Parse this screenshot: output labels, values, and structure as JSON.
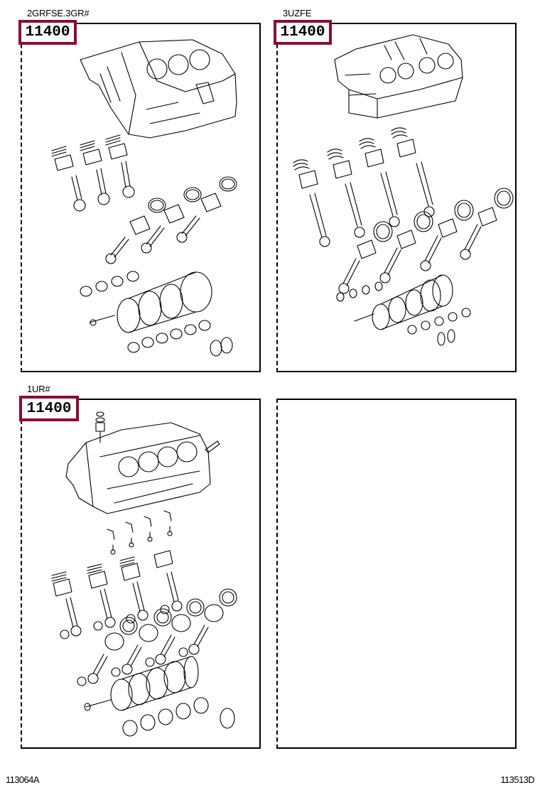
{
  "panels": [
    {
      "engine_code": "2GRFSE.3GR#",
      "part_number": "11400",
      "diagram": "v6-short-block-exploded"
    },
    {
      "engine_code": "3UZFE",
      "part_number": "11400",
      "diagram": "v8-short-block-exploded"
    },
    {
      "engine_code": "1UR#",
      "part_number": "11400",
      "diagram": "v8-short-block-exploded"
    },
    {
      "engine_code": "",
      "part_number": "",
      "diagram": "empty"
    }
  ],
  "footer": {
    "left_ref": "113064A",
    "right_ref": "113513D"
  },
  "colors": {
    "label_border": "#8b0a33",
    "line": "#000000",
    "background": "#ffffff"
  }
}
